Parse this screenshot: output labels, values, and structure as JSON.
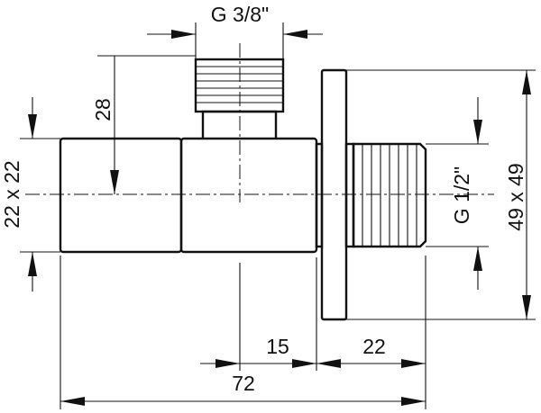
{
  "dimensions": {
    "top_thread": "G 3/8\"",
    "outlet_height": "28",
    "cap_size": "22 x 22",
    "side_thread": "G 1/2\"",
    "flange_size": "49 x 49",
    "offset_15": "15",
    "thread_length": "22",
    "overall_length": "72"
  }
}
